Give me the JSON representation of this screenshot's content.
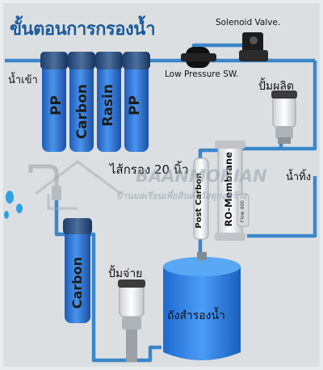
{
  "title": "ขั้นตอนการกรองน้ำ",
  "labels": {
    "water_in": "น้ำเข้า",
    "low_pressure_switch": "Low Pressure SW.",
    "solenoid_valve": "Solenoid Valve.",
    "production_pump": "ปั้มผลิต",
    "filter_size": "ไส้กรอง 20 นิ้ว",
    "drain": "น้ำทิ้ง",
    "delivery_pump": "ปั้มจ่าย",
    "storage_tank": "ถังสำรองน้ำ"
  },
  "filters": {
    "pp1": "PP",
    "carbon1": "Carbon",
    "resin": "Rasin",
    "pp2": "PP",
    "carbon2": "Carbon",
    "ro_membrane": "RO-Membrane",
    "post_carbon": "Post Carbon",
    "flow_restrictor": "Flow 400"
  },
  "watermark": {
    "line1": "BAANMORIAN",
    "line2": "บ้านมอเรียนเพื่อสินค้าวัสดุก่อสร้าง"
  },
  "colors": {
    "pipe": "#3b87c9",
    "filter_blue": "#2f73d0",
    "title": "#1a5a9a",
    "tank": "#2f7fe0"
  }
}
